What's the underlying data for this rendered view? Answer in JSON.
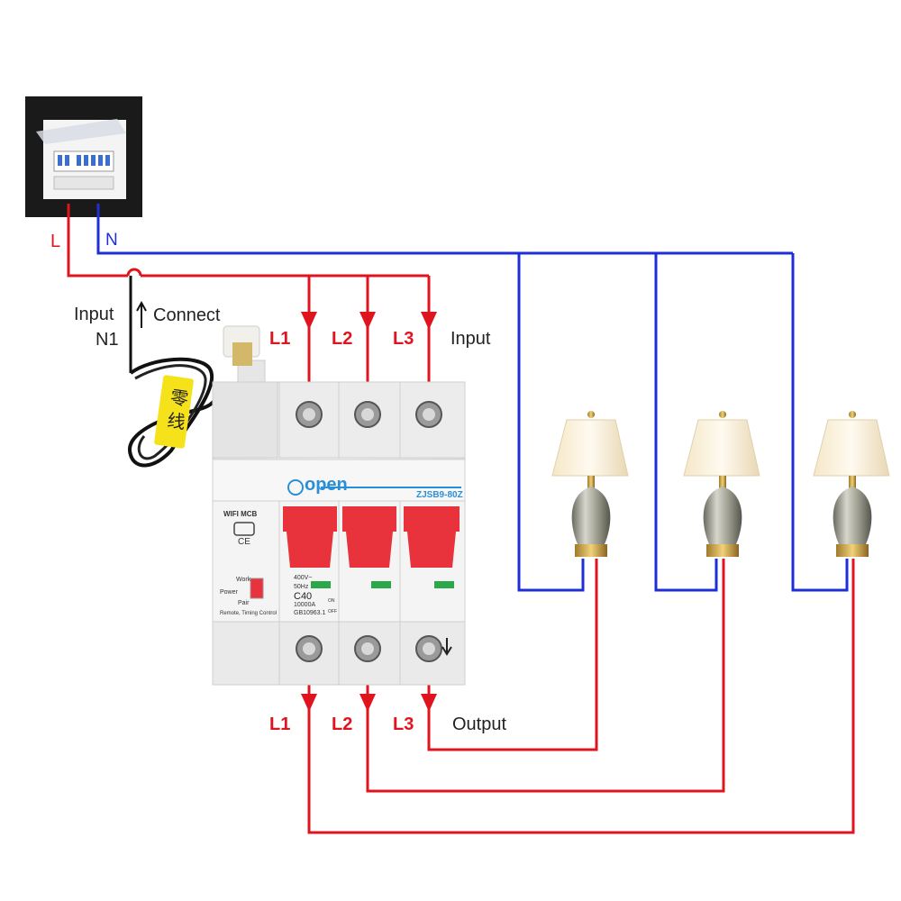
{
  "labels": {
    "supply_l": "L",
    "supply_n": "N",
    "input_n1_line1": "Input",
    "input_n1_line2": "N1",
    "connect": "Connect",
    "input_l1": "L1",
    "input_l2": "L2",
    "input_l3": "L3",
    "input": "Input",
    "output_l1": "L1",
    "output_l2": "L2",
    "output_l3": "L3",
    "output": "Output"
  },
  "breaker": {
    "brand": "open",
    "model": "ZJSB9-80Z",
    "wifi_label": "WIFI MCB",
    "ce_mark": "CE",
    "work_label": "Work",
    "power_label": "Power",
    "pair_label": "Pair",
    "remote_label": "Remote, Timing Control",
    "voltage": "400V~",
    "frequency": "50Hz",
    "rating": "C40",
    "breaking": "10000A",
    "standard": "GB10963.1",
    "on_label": "ON",
    "off_label": "OFF"
  },
  "colors": {
    "live": "#e0141e",
    "neutral": "#1f2fd8",
    "handle": "#e8323c",
    "breaker_body": "#eeeeee"
  },
  "icons": {
    "arrow": "arrow-down-icon",
    "connect": "arrow-up-icon"
  }
}
